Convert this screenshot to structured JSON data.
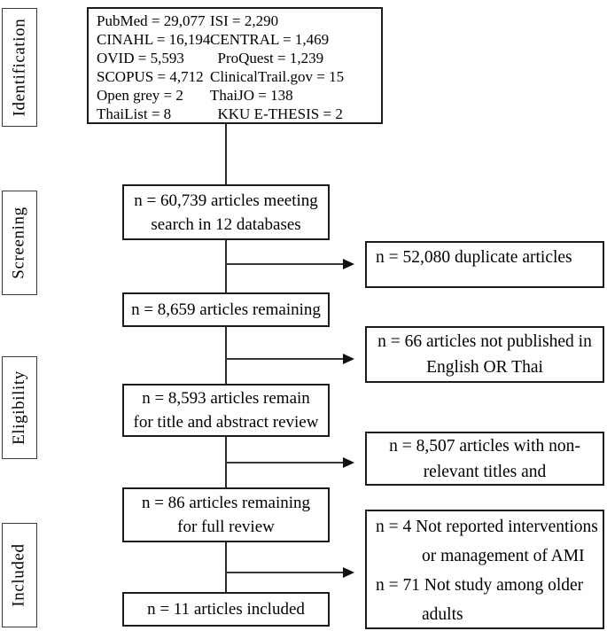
{
  "diagram": {
    "stage_labels": [
      "Identification",
      "Screening",
      "Eligibility",
      "Included"
    ],
    "sources_box": {
      "rows": [
        {
          "left": "PubMed = 29,077",
          "right": "ISI = 2,290"
        },
        {
          "left": "CINAHL = 16,194",
          "right": "CENTRAL = 1,469"
        },
        {
          "left": "OVID = 5,593",
          "right": "  ProQuest = 1,239"
        },
        {
          "left": "SCOPUS = 4,712",
          "right": "ClinicalTrail.gov = 15"
        },
        {
          "left": "Open grey = 2",
          "right": "ThaiJO = 138"
        },
        {
          "left": "ThaiList = 8",
          "right": "  KKU E-THESIS = 2"
        }
      ]
    },
    "flow_boxes": [
      {
        "lines": [
          "n = 60,739 articles meeting",
          "search in 12 databases"
        ]
      },
      {
        "lines": [
          "n = 8,659 articles remaining"
        ]
      },
      {
        "lines": [
          "n = 8,593 articles remain",
          "for title and abstract review"
        ]
      },
      {
        "lines": [
          "n = 86 articles remaining",
          "for full review"
        ]
      },
      {
        "lines": [
          "n = 11 articles included"
        ]
      }
    ],
    "exclusion_boxes": [
      {
        "lines": [
          "n = 52,080 duplicate articles"
        ]
      },
      {
        "lines": [
          "n = 66 articles not published in",
          "English OR Thai"
        ]
      },
      {
        "lines": [
          "n = 8,507 articles with non-",
          "relevant titles and"
        ]
      },
      {
        "lines": [
          "n = 4 Not reported interventions",
          "or management of AMI",
          "n = 71 Not study among older",
          "adults"
        ]
      }
    ]
  }
}
